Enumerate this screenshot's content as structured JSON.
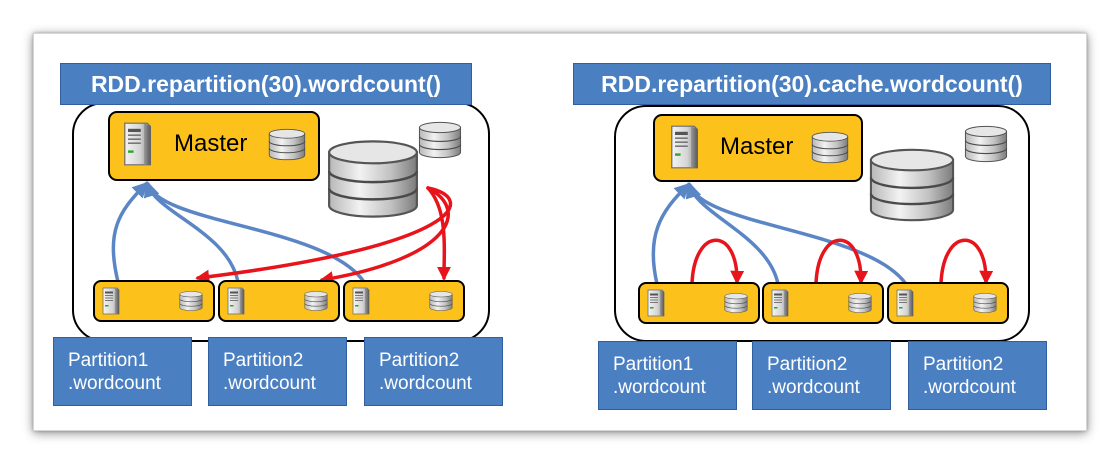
{
  "panels": [
    {
      "title": "RDD.repartition(30).wordcount()",
      "master_label": "Master",
      "partitions": [
        {
          "line1": "Partition1",
          "line2": ".wordcount"
        },
        {
          "line1": "Partition2",
          "line2": ".wordcount"
        },
        {
          "line1": "Partition2",
          "line2": ".wordcount"
        }
      ]
    },
    {
      "title": "RDD.repartition(30).cache.wordcount()",
      "master_label": "Master",
      "partitions": [
        {
          "line1": "Partition1",
          "line2": ".wordcount"
        },
        {
          "line1": "Partition2",
          "line2": ".wordcount"
        },
        {
          "line1": "Partition2",
          "line2": ".wordcount"
        }
      ]
    }
  ],
  "colors": {
    "title_bg": "#4a7fc1",
    "node_fill": "#fcc21b",
    "worker_link": "#5b86c5",
    "data_flow": "#e8141b"
  },
  "icons": [
    "server-icon",
    "database-icon"
  ]
}
